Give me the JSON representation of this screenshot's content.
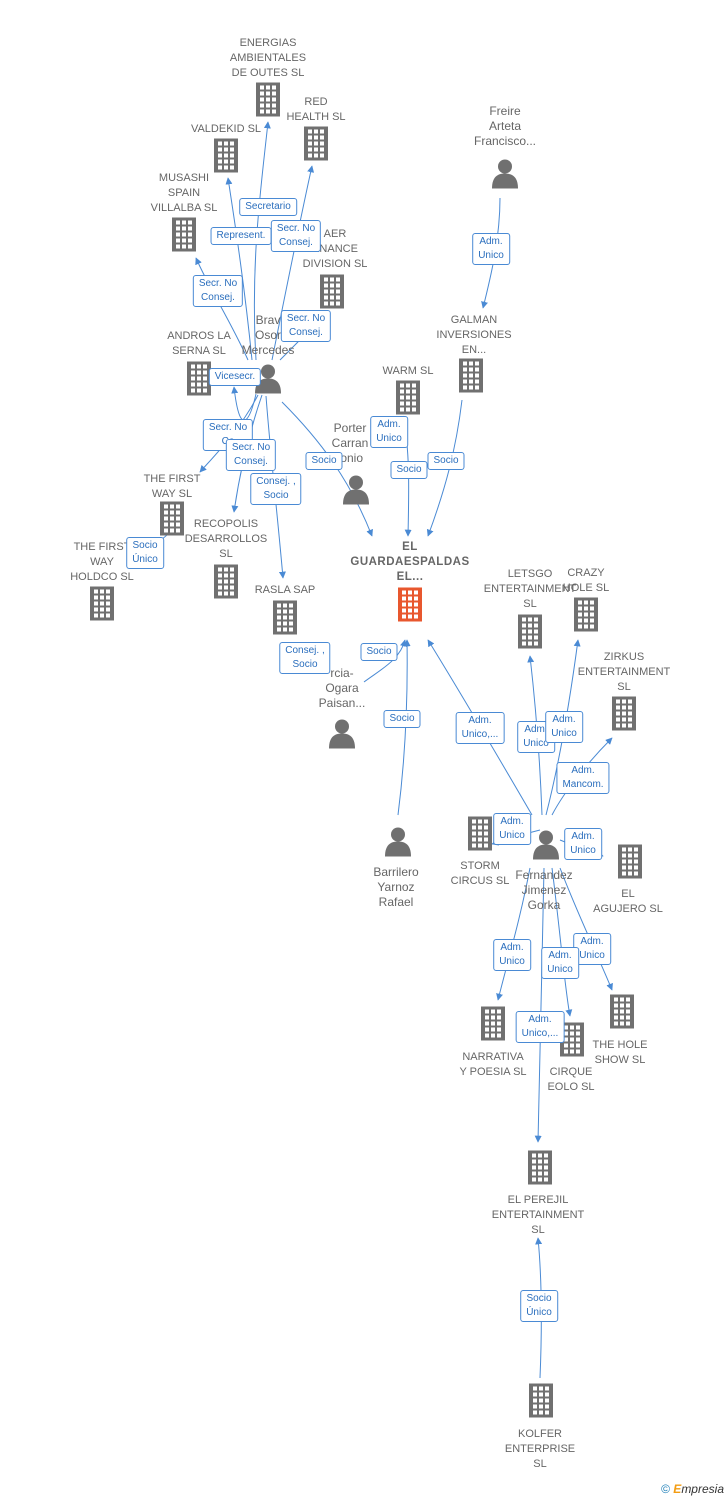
{
  "colors": {
    "building": "#707070",
    "main_building": "#e8572e",
    "person": "#707070",
    "edge": "#4a8ad4"
  },
  "nodes": [
    {
      "id": "energias",
      "type": "company",
      "lines": [
        "ENERGIAS",
        "AMBIENTALES",
        "DE OUTES  SL"
      ]
    },
    {
      "id": "red",
      "type": "company",
      "lines": [
        "RED",
        "HEALTH SL"
      ]
    },
    {
      "id": "valdekid",
      "type": "company",
      "lines": [
        "VALDEKID  SL"
      ]
    },
    {
      "id": "musashi",
      "type": "company",
      "lines": [
        "MUSASHI",
        "SPAIN",
        "VILLALBA  SL"
      ]
    },
    {
      "id": "aer",
      "type": "company",
      "lines": [
        "AER",
        "ENANCE",
        "DIVISION SL"
      ]
    },
    {
      "id": "andros",
      "type": "company",
      "lines": [
        "ANDROS LA",
        "SERNA  SL"
      ]
    },
    {
      "id": "bravo",
      "type": "person",
      "lines": [
        "Brav",
        "Osor",
        "Mercedes"
      ]
    },
    {
      "id": "freire",
      "type": "person",
      "lines": [
        "Freire",
        "Arteta",
        "Francisco..."
      ]
    },
    {
      "id": "galman",
      "type": "company",
      "lines": [
        "GALMAN",
        "INVERSIONES",
        "EN..."
      ]
    },
    {
      "id": "warm",
      "type": "company",
      "lines": [
        "WARM SL"
      ]
    },
    {
      "id": "porter",
      "type": "person",
      "lines": [
        "Porter",
        "Carran",
        "tonio"
      ]
    },
    {
      "id": "thefirst",
      "type": "company",
      "lines": [
        "THE FIRST",
        "WAY  SL"
      ]
    },
    {
      "id": "recopolis",
      "type": "company",
      "lines": [
        "RECOPOLIS",
        "DESARROLLOS",
        "SL"
      ]
    },
    {
      "id": "thefirstholdco",
      "type": "company",
      "lines": [
        "THE FIRST",
        "WAY",
        "HOLDCO  SL"
      ]
    },
    {
      "id": "main",
      "type": "main",
      "lines": [
        "EL",
        "GUARDAESPALDAS",
        "EL..."
      ]
    },
    {
      "id": "rasla",
      "type": "company",
      "lines": [
        "RASLA SAP"
      ]
    },
    {
      "id": "garcia",
      "type": "person",
      "lines": [
        "rcia-",
        "Ogara",
        "Paisan..."
      ]
    },
    {
      "id": "letsgo",
      "type": "company",
      "lines": [
        "LETSGO",
        "ENTERTAINMENT",
        "SL"
      ]
    },
    {
      "id": "crazy",
      "type": "company",
      "lines": [
        "CRAZY",
        "HOLE SL"
      ]
    },
    {
      "id": "zirkus",
      "type": "company",
      "lines": [
        "ZIRKUS",
        "ENTERTAINMENT",
        "SL"
      ]
    },
    {
      "id": "barrilero",
      "type": "person",
      "lines": [
        "Barrilero",
        "Yarnoz",
        "Rafael"
      ]
    },
    {
      "id": "storm",
      "type": "company",
      "lines": [
        "STORM",
        "CIRCUS SL"
      ]
    },
    {
      "id": "fernandez",
      "type": "person",
      "lines": [
        "Fernandez",
        "Jimenez",
        "Gorka"
      ]
    },
    {
      "id": "agujero",
      "type": "company",
      "lines": [
        "EL",
        "AGUJERO SL"
      ]
    },
    {
      "id": "narrativa",
      "type": "company",
      "lines": [
        "NARRATIVA",
        "Y POESIA SL"
      ]
    },
    {
      "id": "cirque",
      "type": "company",
      "lines": [
        "CIRQUE",
        "EOLO SL"
      ]
    },
    {
      "id": "holeshow",
      "type": "company",
      "lines": [
        "THE HOLE",
        "SHOW SL"
      ]
    },
    {
      "id": "perejil",
      "type": "company",
      "lines": [
        "EL PEREJIL",
        "ENTERTAINMENT",
        "SL"
      ]
    },
    {
      "id": "kolfer",
      "type": "company",
      "lines": [
        "KOLFER",
        "ENTERPRISE",
        "SL"
      ]
    }
  ],
  "badges": [
    {
      "id": "b1",
      "lines": [
        "Secretario"
      ]
    },
    {
      "id": "b2",
      "lines": [
        "Secr.  No",
        "Consej."
      ]
    },
    {
      "id": "b3",
      "lines": [
        "Represent."
      ]
    },
    {
      "id": "b4",
      "lines": [
        "Secr.  No",
        "Consej."
      ]
    },
    {
      "id": "b5",
      "lines": [
        "Secr.  No",
        "Consej."
      ]
    },
    {
      "id": "b6",
      "lines": [
        "Adm.",
        "Unico"
      ]
    },
    {
      "id": "b7",
      "lines": [
        "Vicesecr."
      ]
    },
    {
      "id": "b8",
      "lines": [
        "Secr.  No",
        "Co"
      ]
    },
    {
      "id": "b9",
      "lines": [
        "Secr.  No",
        "Consej."
      ]
    },
    {
      "id": "b10",
      "lines": [
        "Adm.",
        "Unico"
      ]
    },
    {
      "id": "b11",
      "lines": [
        "Socio"
      ]
    },
    {
      "id": "b12",
      "lines": [
        "Socio"
      ]
    },
    {
      "id": "b13",
      "lines": [
        "Socio"
      ]
    },
    {
      "id": "b14",
      "lines": [
        "Consej. ,",
        "Socio"
      ]
    },
    {
      "id": "b15",
      "lines": [
        "Socio",
        "Único"
      ]
    },
    {
      "id": "b16",
      "lines": [
        "Consej. ,",
        "Socio"
      ]
    },
    {
      "id": "b17",
      "lines": [
        "Socio"
      ]
    },
    {
      "id": "b18",
      "lines": [
        "Socio"
      ]
    },
    {
      "id": "b19",
      "lines": [
        "Adm.",
        "Unico,..."
      ]
    },
    {
      "id": "b20",
      "lines": [
        "Adm.",
        "Unico"
      ]
    },
    {
      "id": "b21",
      "lines": [
        "Adm.",
        "Unico"
      ]
    },
    {
      "id": "b22",
      "lines": [
        "Adm.",
        "Mancom."
      ]
    },
    {
      "id": "b23",
      "lines": [
        "Adm.",
        "Unico"
      ]
    },
    {
      "id": "b24",
      "lines": [
        "Adm.",
        "Unico"
      ]
    },
    {
      "id": "b25",
      "lines": [
        "Adm.",
        "Unico"
      ]
    },
    {
      "id": "b26",
      "lines": [
        "Adm.",
        "Unico"
      ]
    },
    {
      "id": "b27",
      "lines": [
        "Adm.",
        "Unico"
      ]
    },
    {
      "id": "b28",
      "lines": [
        "Adm.",
        "Unico,..."
      ]
    },
    {
      "id": "b29",
      "lines": [
        "Socio",
        "Único"
      ]
    }
  ],
  "footer": {
    "copyright": "©",
    "brand_e": "E",
    "brand_rest": "mpresia"
  }
}
